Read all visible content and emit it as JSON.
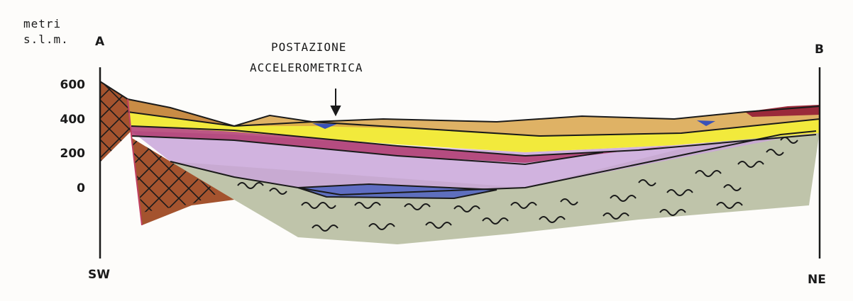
{
  "labels": {
    "unit_line1": "metri",
    "unit_line2": "s.l.m.",
    "point_a": "A",
    "point_b": "B",
    "dir_left": "SW",
    "dir_right": "NE",
    "station_line1": "POSTAZIONE",
    "station_line2": "ACCELEROMETRICA"
  },
  "elevation_axis": {
    "ticks": [
      "600",
      "400",
      "200",
      "0"
    ]
  },
  "colors": {
    "bedrock_brown": "#a4532e",
    "upper_ochre": "#c88c45",
    "yellow": "#f2ea3c",
    "magenta": "#b03a70",
    "lavender": "#c9a6d9",
    "gray_green": "#aab28f",
    "blue": "#5366c0",
    "ink": "#1a1a1a"
  }
}
